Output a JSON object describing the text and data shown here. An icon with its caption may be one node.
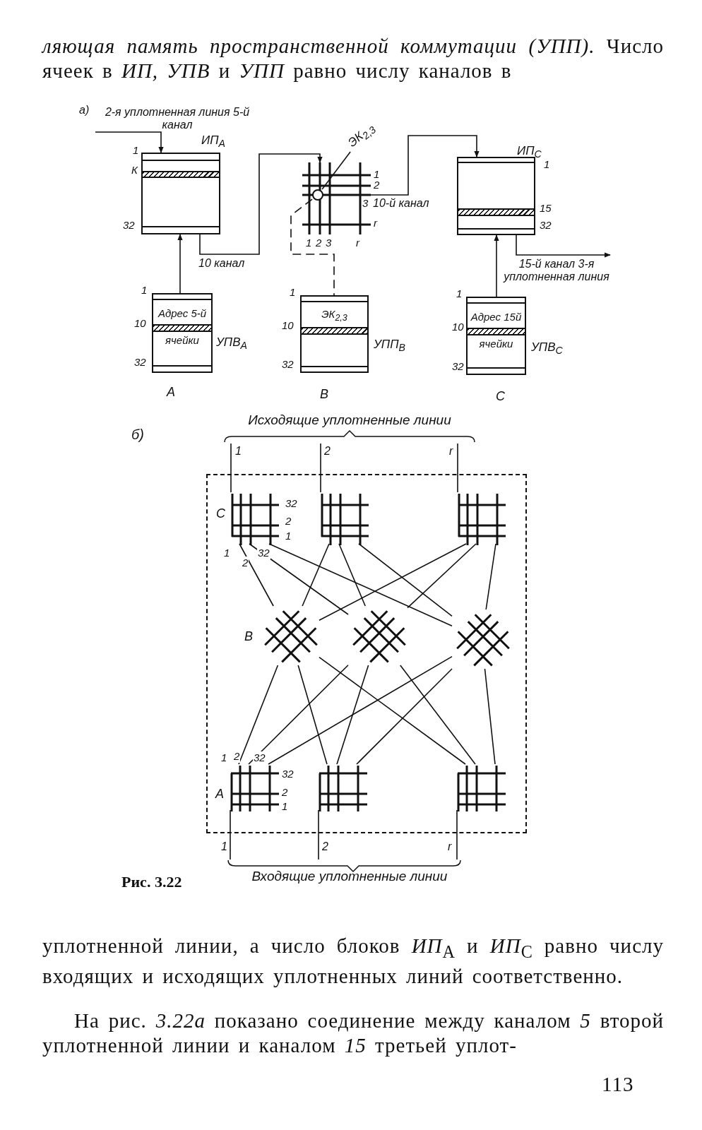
{
  "diagram": {
    "caption": "Рис. 3.22",
    "nodes": [
      {
        "text": [
          "ИП$_{A}$"
        ],
        "beside": [
          "1",
          "К",
          "32"
        ]
      },
      {
        "text": [],
        "shape": "grid",
        "beside": [
          "1",
          "2",
          "3",
          "r",
          "1",
          "2",
          "3",
          "r"
        ]
      },
      {
        "text": [
          "ЭК$_{2,3}$"
        ]
      },
      {
        "text": [],
        "shape": "circle",
        "in": 1
      },
      {
        "text": [
          "ИП$_{C}$"
        ],
        "beside": [
          "1",
          "15",
          "32"
        ]
      },
      {
        "text": [
          "Адрес 5-й ячейки",
          "УПВ$_{A}$"
        ],
        "beside": [
          "1",
          "10",
          "32",
          "A"
        ]
      },
      {
        "text": [
          "ЭК$_{2,3}$",
          "УПП$_{B}$"
        ],
        "beside": [
          "1",
          "10",
          "32",
          "B"
        ]
      },
      {
        "text": [
          "Адрес 15й ячейки",
          "УПВ$_{C}$"
        ],
        "beside": [
          "1",
          "10",
          "32",
          "C"
        ]
      },
      {
        "text": [],
        "shape": "box"
      },
      {
        "text": [
          "C",
          "32",
          "2",
          "1",
          "1",
          "2",
          "32"
        ],
        "in": 8
      },
      {
        "text": [],
        "shape": "grid",
        "in": 8
      },
      {
        "text": [],
        "shape": "grid",
        "in": 8
      },
      {
        "text": [
          "B"
        ],
        "in": 8
      },
      {
        "text": [],
        "shape": "grid",
        "in": 8
      },
      {
        "text": [],
        "shape": "grid",
        "in": 8
      },
      {
        "text": [
          "1",
          "2",
          "32",
          "32",
          "2",
          "1",
          "A"
        ],
        "in": 8
      },
      {
        "text": [],
        "shape": "grid",
        "in": 8
      },
      {
        "text": [],
        "shape": "grid",
        "in": 8
      }
    ],
    "edges": [
      {
        "from": null,
        "to": 0,
        "arrow": "to",
        "label": "2-я уплотненная линия 5-й канал"
      },
      {
        "from": 5,
        "to": 0,
        "arrow": "to"
      },
      {
        "from": 0,
        "to": 1,
        "arrow": "to",
        "label": "10 канал"
      },
      {
        "from": 1,
        "to": 4,
        "arrow": "to",
        "label": "10-й канал"
      },
      {
        "from": 7,
        "to": 4,
        "arrow": "to"
      },
      {
        "from": 4,
        "to": null,
        "arrow": "to",
        "label": "15-й канал 3-я уплотненная линия"
      },
      {
        "from": 2,
        "to": 3,
        "arrow": "none"
      },
      {
        "from": 3,
        "to": 6,
        "arrow": "none",
        "style": "dashed"
      },
      {
        "from": 9,
        "to": null,
        "arrow": "none",
        "label": "1"
      },
      {
        "from": 10,
        "to": null,
        "arrow": "none",
        "label": "2"
      },
      {
        "from": 11,
        "to": null,
        "arrow": "none",
        "label": "r"
      },
      {
        "from": null,
        "to": 15,
        "arrow": "none",
        "label": "1"
      },
      {
        "from": null,
        "to": 16,
        "arrow": "none",
        "label": "2"
      },
      {
        "from": null,
        "to": 17,
        "arrow": "none",
        "label": "r"
      },
      {
        "from": 15,
        "to": 12,
        "arrow": "none"
      },
      {
        "from": 15,
        "to": 13,
        "arrow": "none"
      },
      {
        "from": 15,
        "to": 14,
        "arrow": "none"
      },
      {
        "from": 16,
        "to": 12,
        "arrow": "none"
      },
      {
        "from": 16,
        "to": 13,
        "arrow": "none"
      },
      {
        "from": 16,
        "to": 14,
        "arrow": "none"
      },
      {
        "from": 17,
        "to": 12,
        "arrow": "none"
      },
      {
        "from": 17,
        "to": 13,
        "arrow": "none"
      },
      {
        "from": 17,
        "to": 14,
        "arrow": "none"
      },
      {
        "from": 12,
        "to": 9,
        "arrow": "none"
      },
      {
        "from": 12,
        "to": 10,
        "arrow": "none"
      },
      {
        "from": 12,
        "to": 11,
        "arrow": "none"
      },
      {
        "from": 13,
        "to": 9,
        "arrow": "none"
      },
      {
        "from": 13,
        "to": 10,
        "arrow": "none"
      },
      {
        "from": 13,
        "to": 11,
        "arrow": "none"
      },
      {
        "from": 14,
        "to": 9,
        "arrow": "none"
      },
      {
        "from": 14,
        "to": 10,
        "arrow": "none"
      },
      {
        "from": 14,
        "to": 11,
        "arrow": "none"
      }
    ],
    "labels": [
      "*ляющая память пространственной коммутации (УПП).* Число ячеек в *ИП, УПВ* и *УПП* равно числу каналов в",
      "а)",
      "б)",
      "Исходящие уплотненные линии",
      "Входящие уплотненные линии",
      "уплотненной линии, а число блоков *ИП*$_{A}$ и *ИП*$_{C}$ равно числу входящих и исходящих уплотненных линий соответственно.",
      "На рис. *3.22а* показано соединение между каналом *5* второй уплотненной линии и каналом *15* третьей уплот-",
      "113"
    ]
  }
}
